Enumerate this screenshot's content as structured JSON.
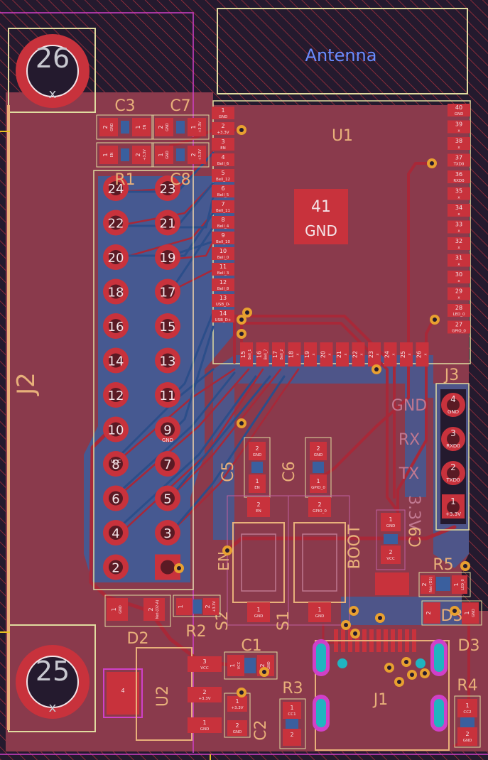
{
  "colors": {
    "background": "#241a2e",
    "board_fill": "#8a3a4c",
    "copper_front": "#c8323c",
    "copper_back": "#3a5f9e",
    "silk": "#e8b07a",
    "courtyard": "#e0dca0",
    "magenta": "#d040c8",
    "pad_white": "#f4e4e8",
    "via_ring": "#e8a030",
    "plated_hole": "#20b4c0",
    "antenna_label": "#6a8cff"
  },
  "mounting_holes": [
    {
      "label": "26",
      "mark": "x"
    },
    {
      "label": "25",
      "mark": "x"
    }
  ],
  "antenna": {
    "label": "Antenna"
  },
  "u1": {
    "ref": "U1",
    "gnd_pad_num": "41",
    "gnd_pad_label": "GND",
    "left_pins": [
      {
        "n": "1",
        "s": "GND"
      },
      {
        "n": "2",
        "s": "+3.3V"
      },
      {
        "n": "3",
        "s": "EN"
      },
      {
        "n": "4",
        "s": "Bell_6"
      },
      {
        "n": "5",
        "s": "Bell_12"
      },
      {
        "n": "6",
        "s": "Bell_5"
      },
      {
        "n": "7",
        "s": "Bell_11"
      },
      {
        "n": "8",
        "s": "Bell_4"
      },
      {
        "n": "9",
        "s": "Bell_10"
      },
      {
        "n": "10",
        "s": "Bell_0"
      },
      {
        "n": "11",
        "s": "Bell_3"
      },
      {
        "n": "12",
        "s": "Bell_8"
      },
      {
        "n": "13",
        "s": "USB_D-"
      },
      {
        "n": "14",
        "s": "USB_D+"
      }
    ],
    "bottom_pins": [
      {
        "n": "15",
        "s": "Bell_1"
      },
      {
        "n": "16",
        "s": "Bell_7"
      },
      {
        "n": "17",
        "s": "Bell_2"
      },
      {
        "n": "18",
        "s": "x"
      },
      {
        "n": "19",
        "s": "x"
      },
      {
        "n": "20",
        "s": "x"
      },
      {
        "n": "21",
        "s": "x"
      },
      {
        "n": "22",
        "s": "x"
      },
      {
        "n": "23",
        "s": "x"
      },
      {
        "n": "24",
        "s": "x"
      },
      {
        "n": "25",
        "s": "x"
      },
      {
        "n": "26",
        "s": "x"
      }
    ],
    "right_pins": [
      {
        "n": "40",
        "s": "GND"
      },
      {
        "n": "39",
        "s": "x"
      },
      {
        "n": "38",
        "s": "x"
      },
      {
        "n": "37",
        "s": "TXD0"
      },
      {
        "n": "36",
        "s": "RXD0"
      },
      {
        "n": "35",
        "s": "x"
      },
      {
        "n": "34",
        "s": "x"
      },
      {
        "n": "33",
        "s": "x"
      },
      {
        "n": "32",
        "s": "x"
      },
      {
        "n": "31",
        "s": "x"
      },
      {
        "n": "30",
        "s": "x"
      },
      {
        "n": "29",
        "s": "x"
      },
      {
        "n": "28",
        "s": "LED_0"
      },
      {
        "n": "27",
        "s": "GPIO_0"
      }
    ]
  },
  "j2": {
    "ref": "J2",
    "left_col": [
      "24",
      "22",
      "20",
      "18",
      "16",
      "14",
      "12",
      "10",
      "8",
      "6",
      "4",
      "2"
    ],
    "right_col": [
      "23",
      "21",
      "19",
      "17",
      "15",
      "13",
      "11",
      "9",
      "7",
      "5",
      "3",
      ""
    ],
    "pin10_net": "VCC",
    "pin9_net": "GND"
  },
  "j3": {
    "ref": "J3",
    "pins": [
      {
        "n": "4",
        "s": "GND",
        "silk": "GND"
      },
      {
        "n": "3",
        "s": "RXD0",
        "silk": "RX"
      },
      {
        "n": "2",
        "s": "TXD0",
        "silk": "TX"
      },
      {
        "n": "1",
        "s": "+3.3V",
        "silk": "3.3V"
      }
    ]
  },
  "caps": {
    "c3": {
      "ref": "C3",
      "p1": "2",
      "p1s": "GND",
      "p2": "1",
      "p2s": "EN"
    },
    "c7": {
      "ref": "C7",
      "p1": "2",
      "p1s": "GND",
      "p2": "1",
      "p2s": "+3.3V"
    },
    "r1": {
      "ref": "R1",
      "p1": "1",
      "p1s": "EN",
      "p2": "2",
      "p2s": "+3.3V"
    },
    "c8": {
      "ref": "C8",
      "p1": "1",
      "p1s": "GND",
      "p2": "2",
      "p2s": "+3.3V"
    },
    "c5": {
      "ref": "C5",
      "top": "GND",
      "bot": "EN"
    },
    "c6": {
      "ref": "C6",
      "top": "GND",
      "bot": "GPIO_0"
    },
    "c9": {
      "ref": "C9",
      "top": "GND",
      "bot": "VCC"
    },
    "c1": {
      "ref": "C1",
      "a": "VCC",
      "b": "GND"
    },
    "c2": {
      "ref": "C2",
      "a": "+3.3V",
      "b": "GND"
    }
  },
  "switches": {
    "s2": {
      "ref": "S2",
      "label": "EN",
      "pad2": "EN",
      "pad1": "GND"
    },
    "s1": {
      "ref": "S1",
      "label": "BOOT",
      "pad2": "GPIO_0",
      "pad1": "GND"
    }
  },
  "d2": {
    "ref": "D2",
    "p1": "GND",
    "p2": "Net-(D2-A)"
  },
  "r2": {
    "ref": "R2",
    "p2": "+3.3V"
  },
  "r5": {
    "ref": "R5",
    "p1": "Net-(D3)",
    "p2": "LED_0"
  },
  "d3": {
    "ref": "D3",
    "p1": "GND"
  },
  "u2": {
    "ref": "U2",
    "tab": "4",
    "pins": [
      {
        "n": "3",
        "s": "VCC"
      },
      {
        "n": "2",
        "s": "+3.3V"
      },
      {
        "n": "1",
        "s": "GND"
      }
    ]
  },
  "r3": {
    "ref": "R3",
    "net": "CC1"
  },
  "r4": {
    "ref": "R4",
    "net": "CC2",
    "net2": "GND"
  },
  "j1": {
    "ref": "J1"
  }
}
